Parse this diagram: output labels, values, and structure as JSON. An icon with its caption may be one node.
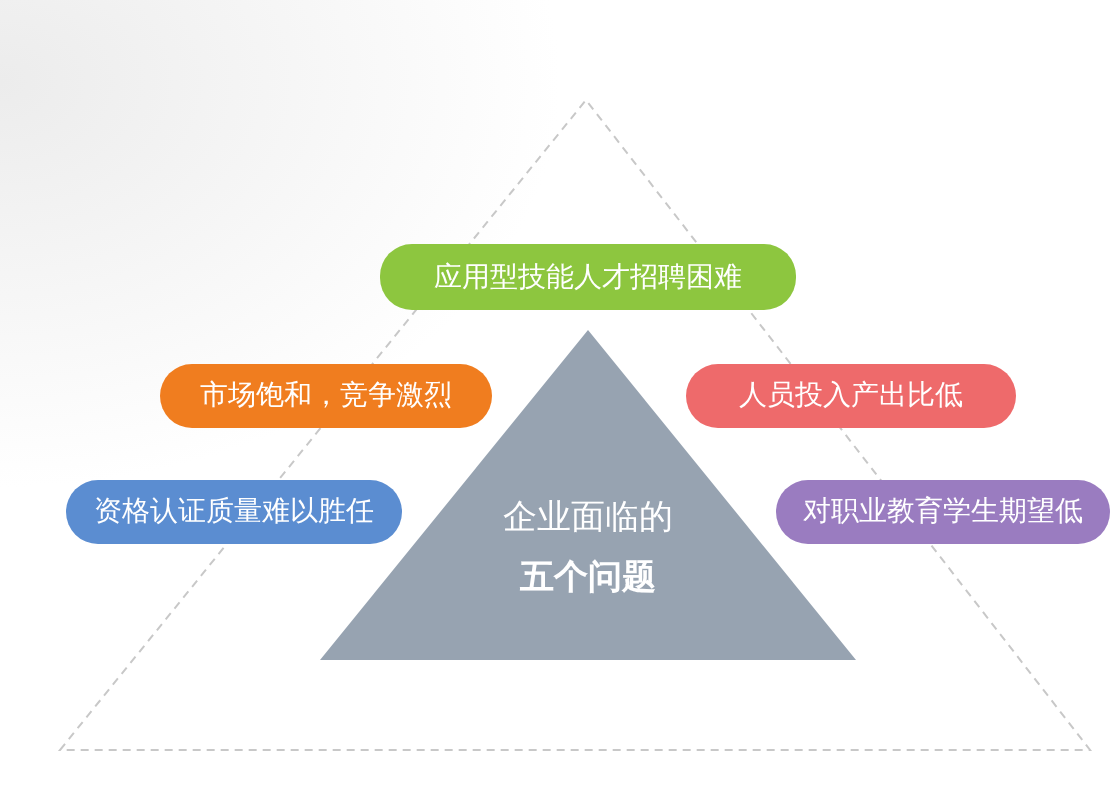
{
  "diagram": {
    "nodes": [
      {
        "text": [
          "企业面临的",
          "五个问题"
        ]
      },
      {
        "text": [
          "应用型技能人才招聘困难"
        ]
      },
      {
        "text": [
          "市场饱和，竞争激烈"
        ]
      },
      {
        "text": [
          "人员投入产出比低"
        ]
      },
      {
        "text": [
          "资格认证质量难以胜任"
        ]
      },
      {
        "text": [
          "对职业教育学生期望低"
        ]
      }
    ]
  }
}
